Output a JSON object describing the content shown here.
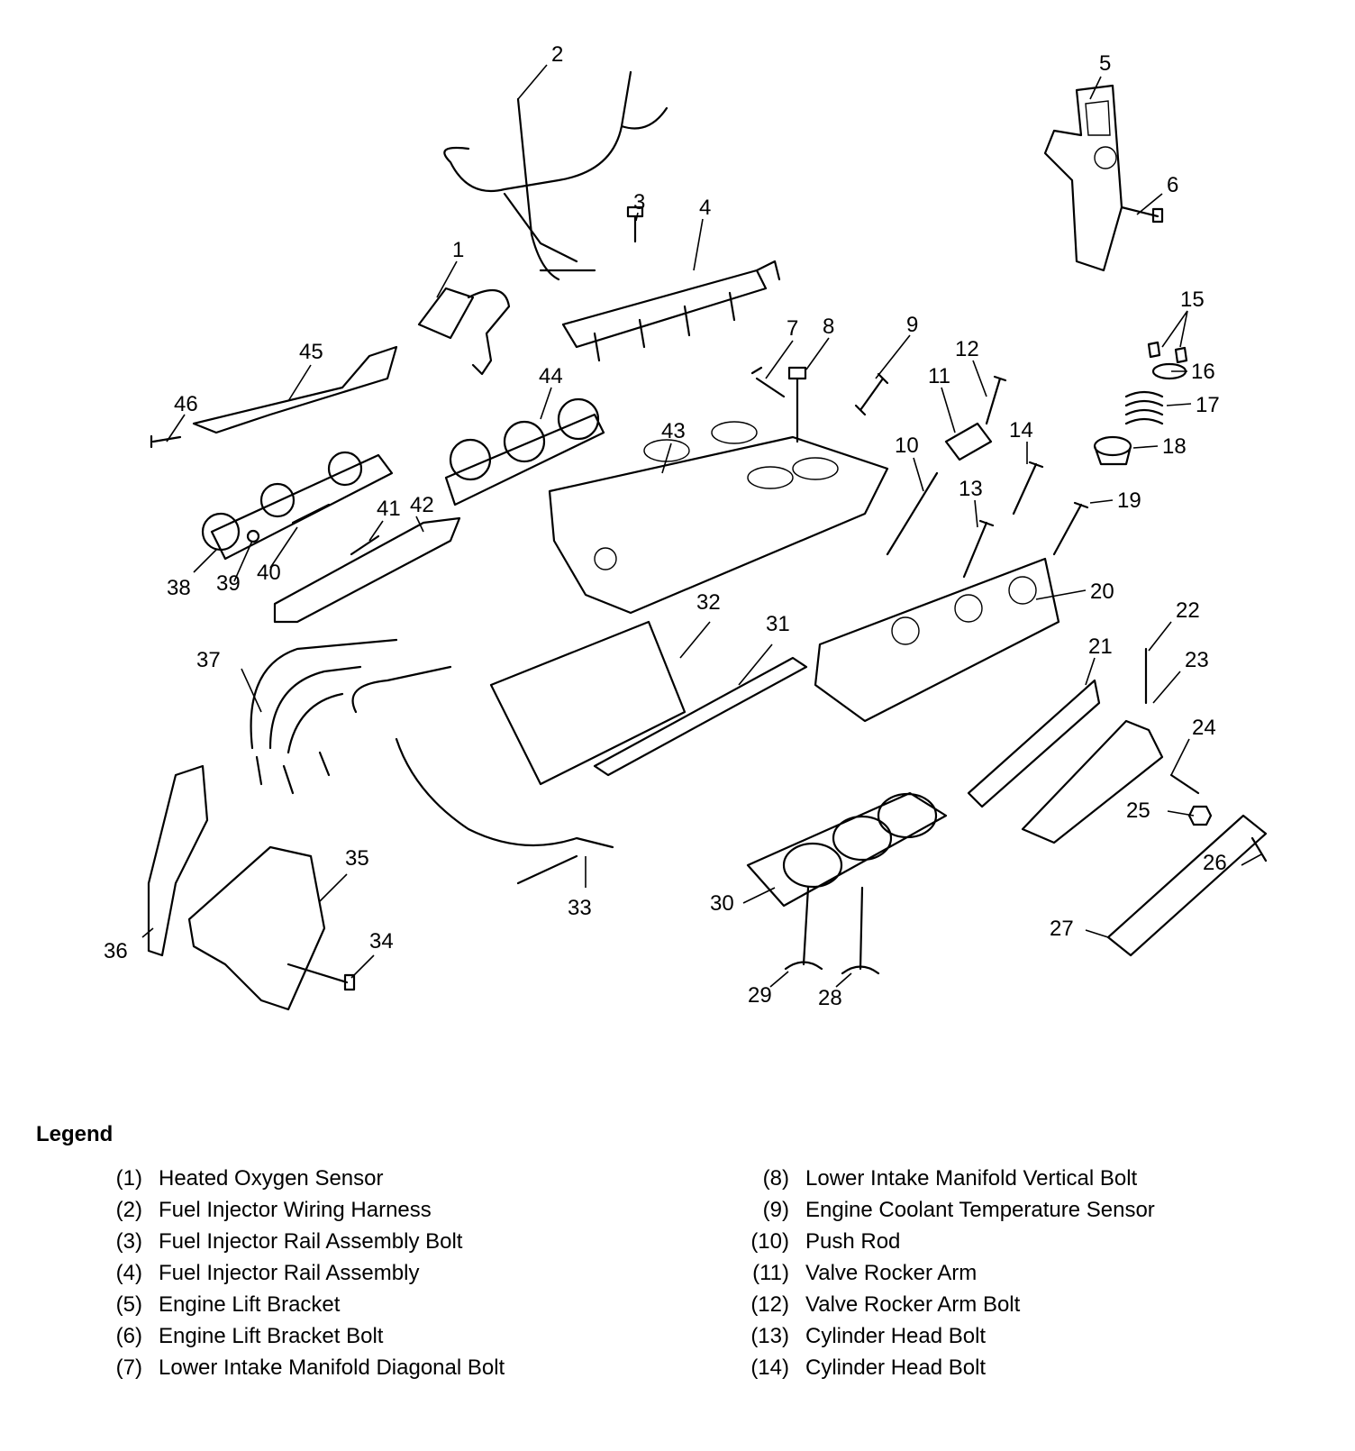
{
  "legend": {
    "title": "Legend",
    "items": [
      {
        "num": "(1)",
        "text": "Heated Oxygen Sensor"
      },
      {
        "num": "(2)",
        "text": "Fuel Injector Wiring Harness"
      },
      {
        "num": "(3)",
        "text": "Fuel Injector Rail Assembly Bolt"
      },
      {
        "num": "(4)",
        "text": "Fuel Injector Rail Assembly"
      },
      {
        "num": "(5)",
        "text": "Engine Lift Bracket"
      },
      {
        "num": "(6)",
        "text": "Engine Lift Bracket Bolt"
      },
      {
        "num": "(7)",
        "text": "Lower Intake Manifold Diagonal Bolt"
      },
      {
        "num": "(8)",
        "text": "Lower Intake Manifold Vertical Bolt"
      },
      {
        "num": "(9)",
        "text": "Engine Coolant Temperature Sensor"
      },
      {
        "num": "(10)",
        "text": "Push Rod"
      },
      {
        "num": "(11)",
        "text": "Valve Rocker Arm"
      },
      {
        "num": "(12)",
        "text": "Valve Rocker Arm Bolt"
      },
      {
        "num": "(13)",
        "text": "Cylinder Head Bolt"
      },
      {
        "num": "(14)",
        "text": "Cylinder Head Bolt"
      }
    ]
  },
  "callouts": [
    "1",
    "2",
    "3",
    "4",
    "5",
    "6",
    "7",
    "8",
    "9",
    "10",
    "11",
    "12",
    "13",
    "14",
    "15",
    "16",
    "17",
    "18",
    "19",
    "20",
    "21",
    "22",
    "23",
    "24",
    "25",
    "26",
    "27",
    "28",
    "29",
    "30",
    "31",
    "32",
    "33",
    "34",
    "35",
    "36",
    "37",
    "38",
    "39",
    "40",
    "41",
    "42",
    "43",
    "44",
    "45",
    "46"
  ]
}
